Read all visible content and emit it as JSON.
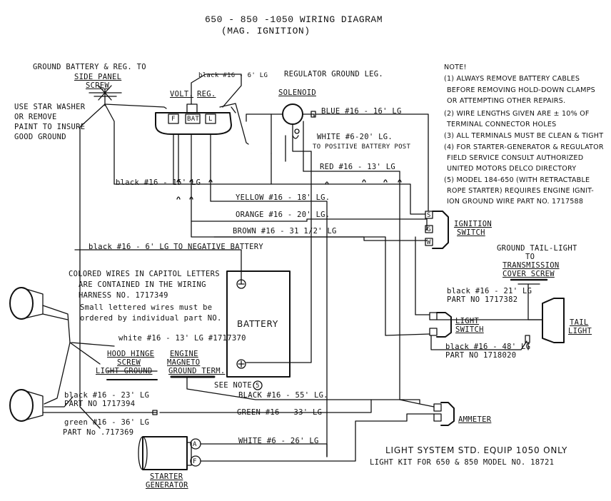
{
  "title": {
    "line1": "650 - 850 -1050 WIRING DIAGRAM",
    "line2": "(MAG. IGNITION)"
  },
  "labels": {
    "ground_battery": "GROUND BATTERY & REG. TO",
    "side_panel": "SIDE PANEL",
    "screw": "SCREW",
    "star_washer": [
      "USE STAR WASHER",
      "OR REMOVE",
      "PAINT TO INSURE",
      "GOOD GROUND"
    ],
    "reg_ground_wire": "black #16 - 6' LG",
    "reg_ground_leg": "REGULATOR GROUND LEG.",
    "volt": "VOLT.",
    "reg": "REG.",
    "term_f": "F",
    "term_bat": "BAT",
    "term_l": "L",
    "solenoid": "SOLENOID",
    "blue_wire": "BLUE #16 - 16' LG",
    "white_pos": "WHITE #6-20' LG.",
    "to_pos_battery": "TO POSITIVE BATTERY POST",
    "red_wire": "RED #16 - 13' LG",
    "black_15": "black #16 - 15' LG",
    "yellow": "YELLOW #16 - 18' LG.",
    "orange": "ORANGE #16 - 20' LG.",
    "brown": "BROWN #16 - 31 1/2' LG",
    "black_neg": "black #16 - 6' LG TO NEGATIVE BATTERY",
    "colored_note": [
      "COLORED WIRES IN CAPITOL LETTERS",
      "ARE CONTAINED IN THE WIRING",
      "HARNESS NO. 1717349"
    ],
    "small_note": [
      "Small lettered wires must be",
      "ordered by individual part NO."
    ],
    "battery": "BATTERY",
    "white_13": "white #16 - 13' LG #1717370",
    "hood_hinge": [
      "HOOD HINGE",
      "SCREW",
      "LIGHT GROUND"
    ],
    "engine_mag": [
      "ENGINE",
      "MAGNETO",
      "GROUND TERM."
    ],
    "see_note": "SEE NOTE",
    "note_num": "5",
    "black_23": "black #16 - 23' LG",
    "part_1717394": "PART NO 1717394",
    "black_55": "BLACK #16 - 55' LG.",
    "green_36": "green #16 - 36' LG",
    "part_717369": "PART No .717369",
    "green_33": "GREEN #16 - 33' LG",
    "white_26": "WHITE #6 - 26' LG",
    "starter_gen": [
      "STARTER",
      "GENERATOR"
    ],
    "term_a": "A",
    "term_f2": "F",
    "ignition_switch": [
      "IGNITION",
      "SWITCH"
    ],
    "ign_s": "S",
    "ign_g": "G",
    "ign_w": "W",
    "ground_tail": [
      "GROUND TAIL-LIGHT",
      "TO",
      "TRANSMISSION",
      "COVER SCREW"
    ],
    "black_21": "black #16 - 21' LG",
    "part_1717382": "PART NO 1717382",
    "tail_light": [
      "TAIL",
      "LIGHT"
    ],
    "light_switch": [
      "LIGHT",
      "SWITCH"
    ],
    "black_48": "black #16 - 48' LG",
    "part_1718020": "PART NO 1718020",
    "ammeter": "AMMETER",
    "light_std": "LIGHT SYSTEM STD. EQUIP 1050 ONLY",
    "light_kit": "LIGHT KIT FOR 650 & 850  MODEL NO. 18721"
  },
  "notes": {
    "header": "NOTE!",
    "items": [
      "(1) ALWAYS REMOVE BATTERY CABLES",
      "BEFORE REMOVING HOLD-DOWN CLAMPS",
      "OR ATTEMPTING OTHER REPAIRS.",
      "(2) WIRE LENGTHS GIVEN ARE ± 10% OF",
      "TERMINAL CONNECTOR HOLES",
      "(3) ALL TERMINALS MUST BE CLEAN & TIGHT",
      "(4) FOR STARTER-GENERATOR & REGULATOR",
      "FIELD SERVICE CONSULT AUTHORIZED",
      "UNITED MOTORS DELCO DIRECTORY",
      "(5) MODEL 184-650 (WITH RETRACTABLE",
      "ROPE STARTER) REQUIRES ENGINE IGNIT-",
      "ION GROUND WIRE  PART NO. 1717588"
    ]
  }
}
